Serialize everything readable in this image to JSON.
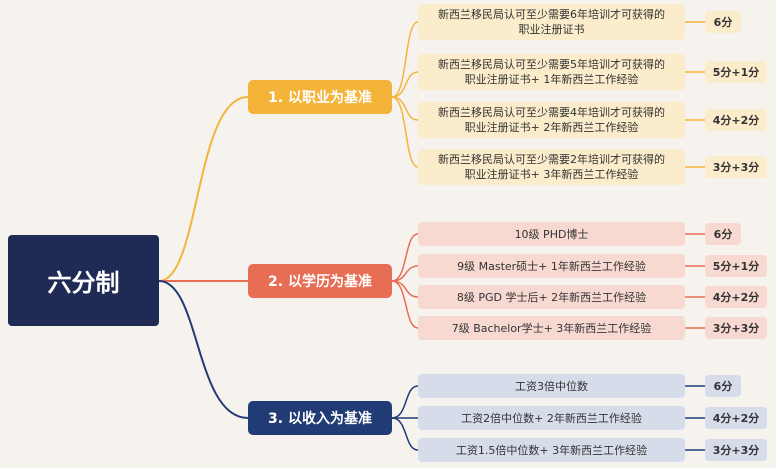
{
  "root": {
    "label": "六分制"
  },
  "colors": {
    "root": "#1f2a55",
    "branch1": "#f4b43a",
    "branch2": "#e86d55",
    "branch3": "#213c75",
    "leaf1": "#fbeccb",
    "leaf2": "#f7d9d2",
    "leaf3": "#d6dcea"
  },
  "branches": [
    {
      "label": "1. 以职业为基准",
      "items": [
        {
          "line1": "新西兰移民局认可至少需要6年培训才可获得的",
          "line2": "职业注册证书",
          "score": "6分"
        },
        {
          "line1": "新西兰移民局认可至少需要5年培训才可获得的",
          "line2": "职业注册证书+ 1年新西兰工作经验",
          "score": "5分+1分"
        },
        {
          "line1": "新西兰移民局认可至少需要4年培训才可获得的",
          "line2": "职业注册证书+ 2年新西兰工作经验",
          "score": "4分+2分"
        },
        {
          "line1": "新西兰移民局认可至少需要2年培训才可获得的",
          "line2": "职业注册证书+ 3年新西兰工作经验",
          "score": "3分+3分"
        }
      ]
    },
    {
      "label": "2. 以学历为基准",
      "items": [
        {
          "text": "10级 PHD博士",
          "score": "6分"
        },
        {
          "text": "9级 Master硕士+ 1年新西兰工作经验",
          "score": "5分+1分"
        },
        {
          "text": "8级 PGD 学士后+ 2年新西兰工作经验",
          "score": "4分+2分"
        },
        {
          "text": "7级 Bachelor学士+ 3年新西兰工作经验",
          "score": "3分+3分"
        }
      ]
    },
    {
      "label": "3. 以收入为基准",
      "items": [
        {
          "text": "工资3倍中位数",
          "score": "6分"
        },
        {
          "text": "工资2倍中位数+ 2年新西兰工作经验",
          "score": "4分+2分"
        },
        {
          "text": "工资1.5倍中位数+ 3年新西兰工作经验",
          "score": "3分+3分"
        }
      ]
    }
  ]
}
